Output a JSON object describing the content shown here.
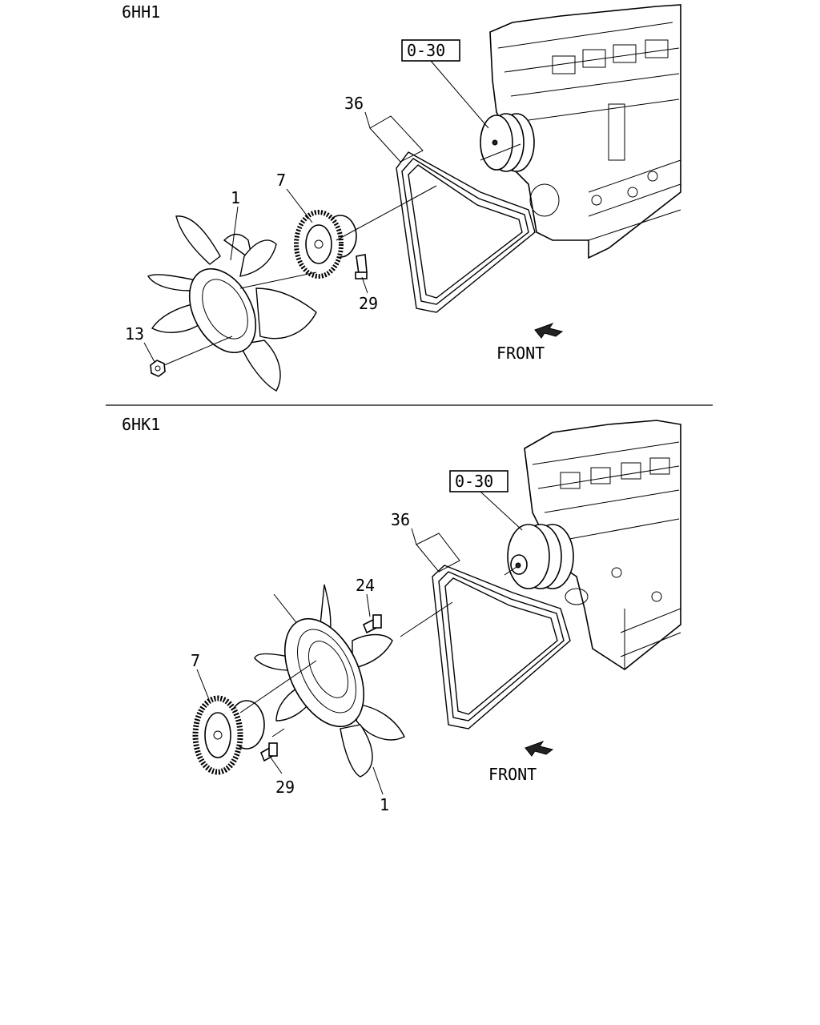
{
  "sections": [
    {
      "model": "6HH1",
      "labels": {
        "fan": "1",
        "clutch": "7",
        "nut": "13",
        "bolt": "29",
        "belt": "36",
        "ref": "0-30",
        "front": "FRONT"
      }
    },
    {
      "model": "6HK1",
      "labels": {
        "fan": "1",
        "clutch": "7",
        "bolt_a": "24",
        "bolt_b": "29",
        "belt": "36",
        "ref": "0-30",
        "front": "FRONT"
      }
    }
  ]
}
